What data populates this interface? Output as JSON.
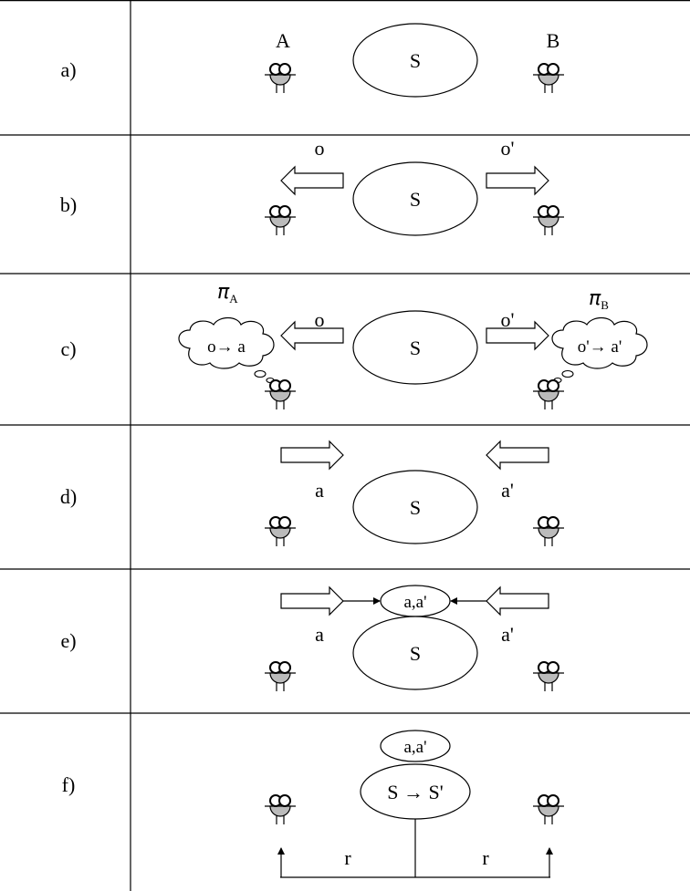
{
  "rows": [
    {
      "label": "a)"
    },
    {
      "label": "b)"
    },
    {
      "label": "c)"
    },
    {
      "label": "d)"
    },
    {
      "label": "e)"
    },
    {
      "label": "f)"
    }
  ],
  "agents": {
    "a_name": "A",
    "b_name": "B"
  },
  "state": {
    "s": "S",
    "transition": "S → S'"
  },
  "observations": {
    "o": "o",
    "o_prime": "o'"
  },
  "actions": {
    "a": "a",
    "a_prime": "a'",
    "joint": "a,a'"
  },
  "policies": {
    "pi_symbol": "π",
    "a_sub": "A",
    "b_sub": "B",
    "a_rule": "o→ a",
    "b_rule": "o'→ a'"
  },
  "reward": {
    "r": "r"
  }
}
